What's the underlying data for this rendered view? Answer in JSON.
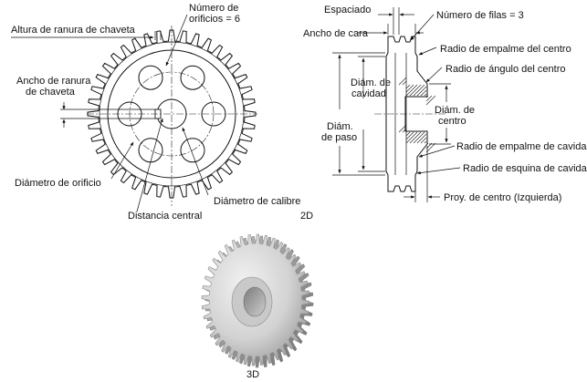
{
  "front_view": {
    "label_altura_ranura": "Altura de ranura de chaveta",
    "label_numero_orificios_1": "Número de",
    "label_numero_orificios_2": "orificios = 6",
    "label_ancho_ranura_1": "Ancho de ranura",
    "label_ancho_ranura_2": "de chaveta",
    "label_diametro_orificio": "Diámetro de orificio",
    "label_diametro_calibre": "Diámetro de calibre",
    "label_distancia_central": "Distancia central",
    "view_tag": "2D"
  },
  "side_view": {
    "label_espaciado": "Espaciado",
    "label_numero_filas": "Número de filas = 3",
    "label_ancho_cara": "Ancho de cara",
    "label_radio_empalme_centro": "Radio de empalme del centro",
    "label_radio_angulo_centro": "Radio de ángulo del centro",
    "label_diam_cavidad_1": "Diám. de",
    "label_diam_cavidad_2": "cavidad",
    "label_diam_centro_1": "Diám. de",
    "label_diam_centro_2": "centro",
    "label_diam_paso_1": "Diám.",
    "label_diam_paso_2": "de paso",
    "label_radio_empalme_cavidad": "Radio de empalme de cavidad",
    "label_radio_esquina_cavidad": "Radio de esquina de cavidad",
    "label_proy_centro": "Proy. de centro (Izquierda)"
  },
  "render_view": {
    "view_tag": "3D"
  },
  "colors": {
    "ink": "#111111",
    "gear_light": "#e6e6e6",
    "gear_mid": "#bdbdbd",
    "gear_dark": "#8a8a8a"
  }
}
